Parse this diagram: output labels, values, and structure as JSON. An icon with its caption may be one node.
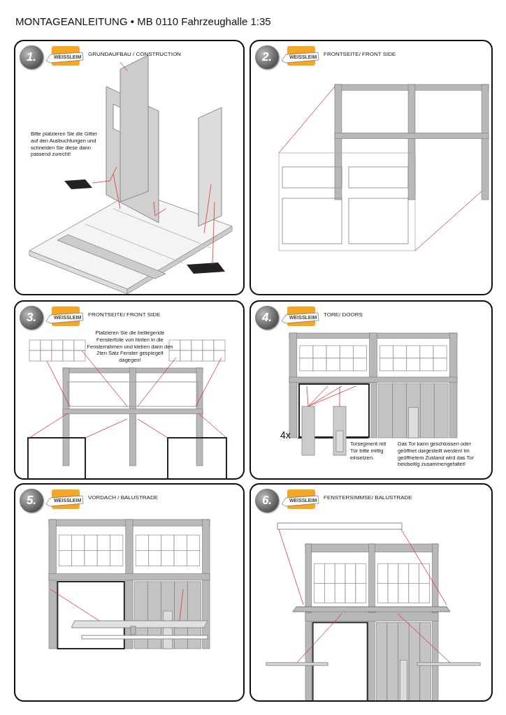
{
  "diagram": {
    "title": "MONTAGEANLEITUNG • MB 0110 Fahrzeughalle 1:35",
    "nodes": [
      {
        "text": [
          "GRUNDAUFBAU / CONSTRUCTION"
        ]
      },
      {
        "text": [
          "1."
        ],
        "in": 0,
        "beside": [
          "WEISSLEIM"
        ]
      },
      {
        "text": [
          "FRONTSEITE/ FRONT SIDE"
        ]
      },
      {
        "text": [
          "2."
        ],
        "in": 2,
        "beside": [
          "WEISSLEIM"
        ]
      },
      {
        "text": [
          "FRONTSEITE/ FRONT SIDE"
        ]
      },
      {
        "text": [
          "3."
        ],
        "in": 4,
        "beside": [
          "WEISSLEIM"
        ]
      },
      {
        "text": [
          "TORE/ DOORS"
        ]
      },
      {
        "text": [
          "4."
        ],
        "in": 6,
        "beside": [
          "WEISSLEIM"
        ]
      },
      {
        "text": [
          "VORDACH / BALUSTRADE"
        ]
      },
      {
        "text": [
          "5."
        ],
        "in": 8,
        "beside": [
          "WEISSLEIM"
        ]
      },
      {
        "text": [
          "FENSTERSIMMSE/ BALUSTRADE"
        ]
      },
      {
        "text": [
          "6."
        ],
        "in": 10,
        "beside": [
          "WEISSLEIM"
        ]
      }
    ],
    "edges": [],
    "labels": [
      "Bitte platzieren Sie die Gitter auf den Ausbuchtungen und schneiden Sie diese dann passend zurecht!",
      "Platzieren Sie die beiliegende Fensterfolie von hinten in die Fensterrahmen und kleben dann den 2ten Satz Fenster gespiegelt dagegen!",
      "4x",
      "Torsegment mit Tür bitte mittig einsetzen.",
      "Das Tor kann geschlossen oder geöffnet dargestellt werden! Im geöffnetem Zustand wird das Tor beidseitig zusammengefaltet!"
    ]
  }
}
